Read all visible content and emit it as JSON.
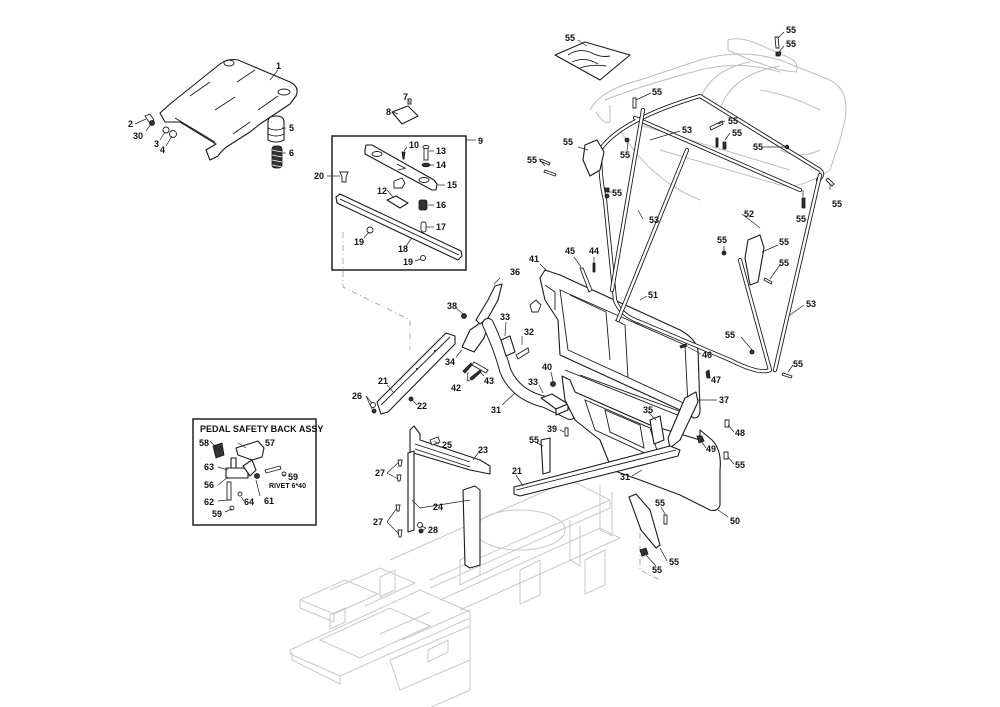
{
  "diagram": {
    "type": "exploded-parts-diagram",
    "subject": "Ride-on mower rear frame / grass bag support assembly",
    "inset_box": {
      "title": "PEDAL SAFETY BACK ASSY",
      "note": "RIVET 6*40"
    },
    "callouts": [
      {
        "id": "c1",
        "label": "1"
      },
      {
        "id": "c2",
        "label": "2"
      },
      {
        "id": "c30",
        "label": "30"
      },
      {
        "id": "c3",
        "label": "3"
      },
      {
        "id": "c4",
        "label": "4"
      },
      {
        "id": "c5",
        "label": "5"
      },
      {
        "id": "c6",
        "label": "6"
      },
      {
        "id": "c7",
        "label": "7"
      },
      {
        "id": "c8",
        "label": "8"
      },
      {
        "id": "c9",
        "label": "9"
      },
      {
        "id": "c10",
        "label": "10"
      },
      {
        "id": "c13",
        "label": "13"
      },
      {
        "id": "c14",
        "label": "14"
      },
      {
        "id": "c15",
        "label": "15"
      },
      {
        "id": "c20",
        "label": "20"
      },
      {
        "id": "c12",
        "label": "12"
      },
      {
        "id": "c16",
        "label": "16"
      },
      {
        "id": "c17",
        "label": "17"
      },
      {
        "id": "c19a",
        "label": "19"
      },
      {
        "id": "c18",
        "label": "18"
      },
      {
        "id": "c19b",
        "label": "19"
      },
      {
        "id": "c36",
        "label": "36"
      },
      {
        "id": "c38",
        "label": "38"
      },
      {
        "id": "c33a",
        "label": "33"
      },
      {
        "id": "c32",
        "label": "32"
      },
      {
        "id": "c34",
        "label": "34"
      },
      {
        "id": "c21a",
        "label": "21"
      },
      {
        "id": "c42",
        "label": "42"
      },
      {
        "id": "c43",
        "label": "43"
      },
      {
        "id": "c26",
        "label": "26"
      },
      {
        "id": "c22",
        "label": "22"
      },
      {
        "id": "c31a",
        "label": "31"
      },
      {
        "id": "c40",
        "label": "40"
      },
      {
        "id": "c33b",
        "label": "33"
      },
      {
        "id": "c39",
        "label": "39"
      },
      {
        "id": "c41",
        "label": "41"
      },
      {
        "id": "c45",
        "label": "45"
      },
      {
        "id": "c44",
        "label": "44"
      },
      {
        "id": "c51",
        "label": "51"
      },
      {
        "id": "c46",
        "label": "46"
      },
      {
        "id": "c47",
        "label": "47"
      },
      {
        "id": "c37",
        "label": "37"
      },
      {
        "id": "c35",
        "label": "35"
      },
      {
        "id": "c48",
        "label": "48"
      },
      {
        "id": "c49",
        "label": "49"
      },
      {
        "id": "c55_r1",
        "label": "55"
      },
      {
        "id": "c50",
        "label": "50"
      },
      {
        "id": "c31b",
        "label": "31"
      },
      {
        "id": "c21b",
        "label": "21"
      },
      {
        "id": "c55_l1",
        "label": "55"
      },
      {
        "id": "c55_b1",
        "label": "55"
      },
      {
        "id": "c55_b2",
        "label": "55"
      },
      {
        "id": "c55_b3",
        "label": "55"
      },
      {
        "id": "c25",
        "label": "25"
      },
      {
        "id": "c23",
        "label": "23"
      },
      {
        "id": "c27a",
        "label": "27"
      },
      {
        "id": "c24",
        "label": "24"
      },
      {
        "id": "c27b",
        "label": "27"
      },
      {
        "id": "c28",
        "label": "28"
      },
      {
        "id": "c55_kit",
        "label": "55"
      },
      {
        "id": "c55_t1",
        "label": "55"
      },
      {
        "id": "c55_t2",
        "label": "55"
      },
      {
        "id": "c55_t3",
        "label": "55"
      },
      {
        "id": "c55_t4",
        "label": "55"
      },
      {
        "id": "c55_t5",
        "label": "55"
      },
      {
        "id": "c55_t6",
        "label": "55"
      },
      {
        "id": "c53a",
        "label": "53"
      },
      {
        "id": "c55_t7",
        "label": "55"
      },
      {
        "id": "c55_t8",
        "label": "55"
      },
      {
        "id": "c55_t9",
        "label": "55"
      },
      {
        "id": "c55_t10",
        "label": "55"
      },
      {
        "id": "c53b",
        "label": "53"
      },
      {
        "id": "c52",
        "label": "52"
      },
      {
        "id": "c55_r2",
        "label": "55"
      },
      {
        "id": "c55_r3",
        "label": "55"
      },
      {
        "id": "c55_r4",
        "label": "55"
      },
      {
        "id": "c55_r5",
        "label": "55"
      },
      {
        "id": "c55_r6",
        "label": "55"
      },
      {
        "id": "c53c",
        "label": "53"
      },
      {
        "id": "c55_r7",
        "label": "55"
      },
      {
        "id": "c55_r8",
        "label": "55"
      },
      {
        "id": "c58",
        "label": "58"
      },
      {
        "id": "c57",
        "label": "57"
      },
      {
        "id": "c63",
        "label": "63"
      },
      {
        "id": "c59a",
        "label": "59"
      },
      {
        "id": "c56",
        "label": "56"
      },
      {
        "id": "c61",
        "label": "61"
      },
      {
        "id": "c62",
        "label": "62"
      },
      {
        "id": "c64",
        "label": "64"
      },
      {
        "id": "c59b",
        "label": "59"
      }
    ]
  }
}
